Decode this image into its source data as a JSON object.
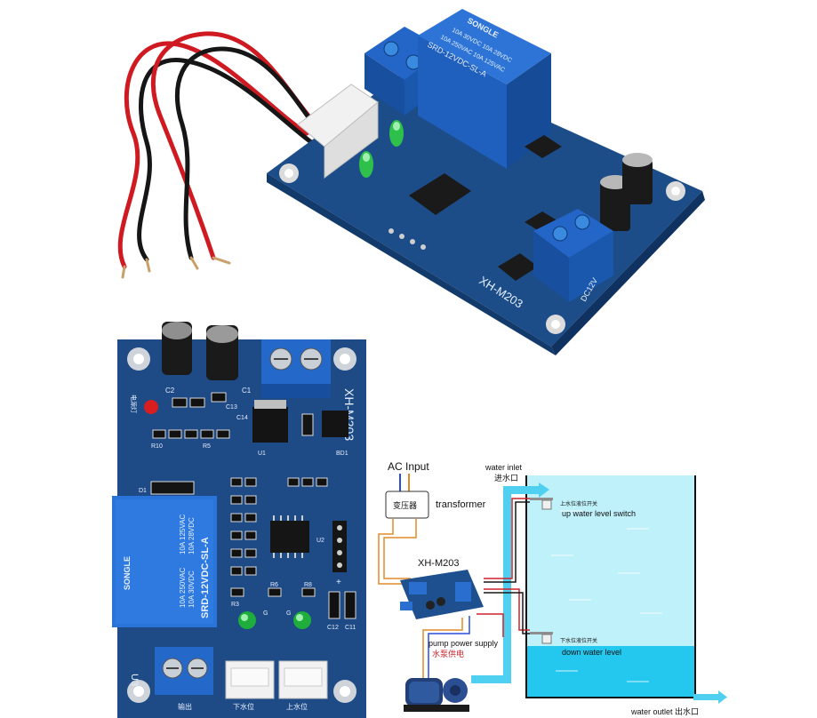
{
  "photo_top": {
    "model_silk": "XH-M203",
    "relay_brand": "SONGLE",
    "relay_model": "SRD-12VDC-SL-A",
    "relay_spec_1": "10A 250VAC 10A 125VAC",
    "relay_spec_2": "10A 30VDC 10A 28VDC",
    "voltage_silk": "DC12V"
  },
  "photo_bottom": {
    "model_silk": "XH-M203",
    "relay_brand": "SONGLE",
    "relay_model": "SRD-12VDC-SL-A",
    "relay_spec_1": "10A 250VAC",
    "relay_spec_2": "10A 30VDC",
    "relay_spec_3": "10A 125VAC",
    "relay_spec_4": "10A 28VDC",
    "power_led_label": "电源灯",
    "output_label": "输出",
    "lower_level_label": "下水位",
    "upper_level_label": "上水位",
    "u3_label": "U3",
    "c1": "C1",
    "c2": "C2",
    "c13": "C13",
    "c14": "C14",
    "c11": "C11",
    "c12": "C12",
    "r5": "R5",
    "r6": "R6",
    "r3": "R3",
    "r8": "R8",
    "r10": "R10",
    "u1": "U1",
    "u2": "U2",
    "d1": "D1",
    "bd1": "BD1",
    "g1": "G",
    "g2": "G",
    "plus": "+"
  },
  "diagram": {
    "ac_input": "AC Input",
    "transformer_cn": "变压器",
    "transformer_en": "transformer",
    "module": "XH-M203",
    "water_inlet_en": "water inlet",
    "water_inlet_cn": "进水口",
    "upper_switch_cn": "上水位液位开关",
    "upper_switch_en": "up water level switch",
    "lower_switch_cn": "下水位液位开关",
    "lower_switch_en": "down water level",
    "pump_power_en": "pump power supply",
    "pump_power_cn": "水泵供电",
    "water_outlet": "water outlet 出水口"
  },
  "colors": {
    "pcb_blue": "#1f4f8f",
    "terminal_blue": "#1d5fbf",
    "water_cyan": "#4fd0f0",
    "wire_red": "#d0202a",
    "wire_orange": "#e08a2a"
  }
}
